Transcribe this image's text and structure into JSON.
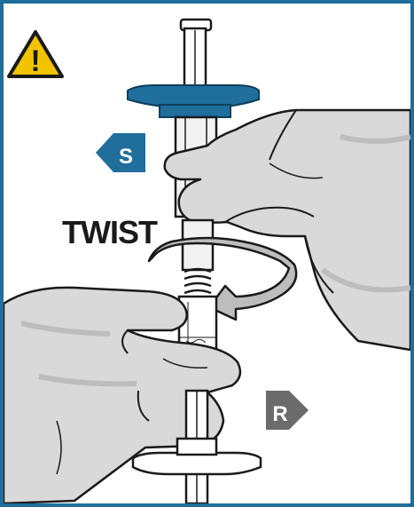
{
  "instruction": {
    "label": "TWIST"
  },
  "markers": {
    "upper": {
      "letter": "S",
      "color": "#1f6e9c"
    },
    "lower": {
      "letter": "R",
      "color": "#6b6b6b"
    }
  },
  "warning": {
    "icon": "warning-triangle-icon",
    "fill": "#f2c400",
    "glyph": "!"
  },
  "colors": {
    "frame": "#1f6e9c",
    "plunger_cap": "#1f6e9c",
    "glove": "#d9d9d9",
    "glove_shadow": "#bdbdbd",
    "outline": "#1a1a1a"
  }
}
